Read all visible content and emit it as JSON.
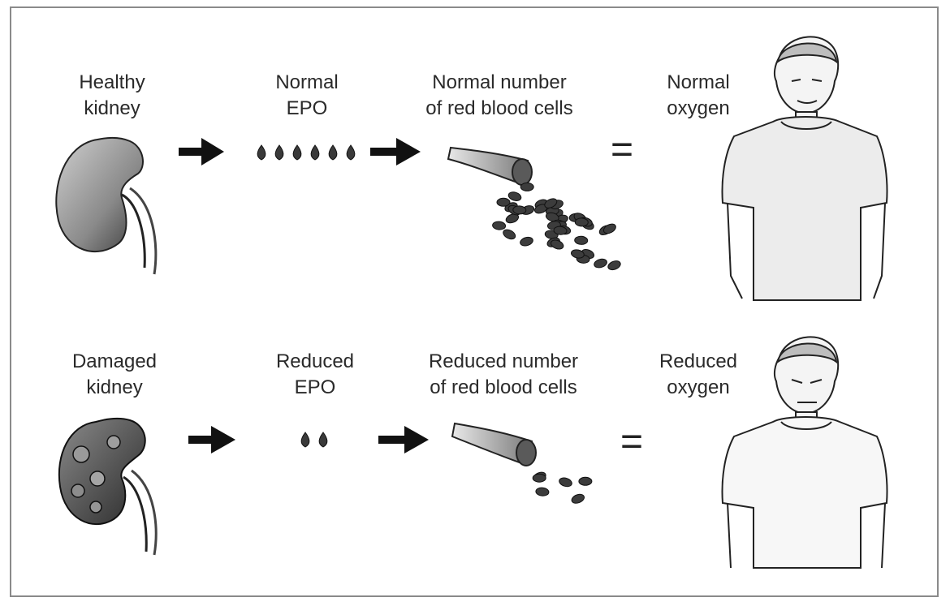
{
  "rows": [
    {
      "kidney": [
        "Healthy",
        "kidney"
      ],
      "epo": [
        "Normal",
        "EPO"
      ],
      "cells": [
        "Normal number",
        "of red blood cells"
      ],
      "oxygen": [
        "Normal",
        "oxygen"
      ],
      "epo_drops": 6,
      "cell_count": 40
    },
    {
      "kidney": [
        "Damaged",
        "kidney"
      ],
      "epo": [
        "Reduced",
        "EPO"
      ],
      "cells": [
        "Reduced number",
        "of red blood cells"
      ],
      "oxygen": [
        "Reduced",
        "oxygen"
      ],
      "epo_drops": 2,
      "cell_count": 6
    }
  ],
  "equals_sign": "="
}
